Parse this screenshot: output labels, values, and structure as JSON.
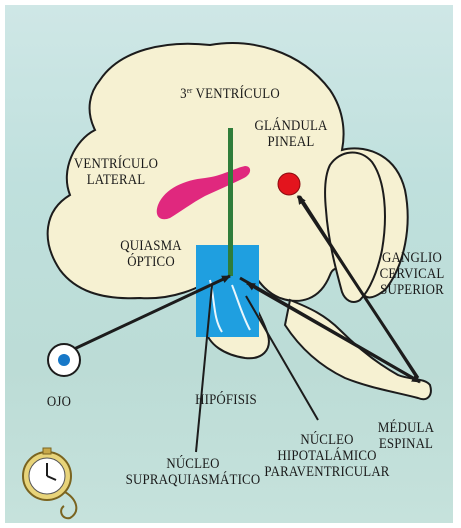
{
  "labels": {
    "ventricle3_prefix": "3",
    "ventricle3_sup": "er",
    "ventricle3_word": " VENTRÍCULO",
    "pineal_line1": "GLÁNDULA",
    "pineal_line2": "PINEAL",
    "lateral_line1": "VENTRÍCULO",
    "lateral_line2": "LATERAL",
    "chiasm_line1": "QUIASMA",
    "chiasm_line2": "ÓPTICO",
    "ganglion_line1": "GANGLIO",
    "ganglion_line2": "CERVICAL",
    "ganglion_line3": "SUPERIOR",
    "eye": "OJO",
    "pituitary": "HIPÓFISIS",
    "spinal_line1": "MÉDULA",
    "spinal_line2": "ESPINAL",
    "scn_line1": "NÚCLEO",
    "scn_line2": "SUPRAQUIASMÁTICO",
    "pvn_line1": "NÚCLEO",
    "pvn_line2": "HIPOTALÁMICO",
    "pvn_line3": "PARAVENTRICULAR"
  },
  "colors": {
    "brain_fill": "#f6f1d2",
    "outline": "#1c1c1c",
    "lateral_ventricle": "#e0287e",
    "third_ventricle": "#2f7d3a",
    "pineal": "#e3141d",
    "hypothalamus_box": "#1f9fe0",
    "eye_iris": "#1778c8",
    "clock_face": "#ffffff",
    "clock_case": "#e8d47a"
  },
  "icons": [
    "eye-icon",
    "pocket-watch-icon"
  ]
}
